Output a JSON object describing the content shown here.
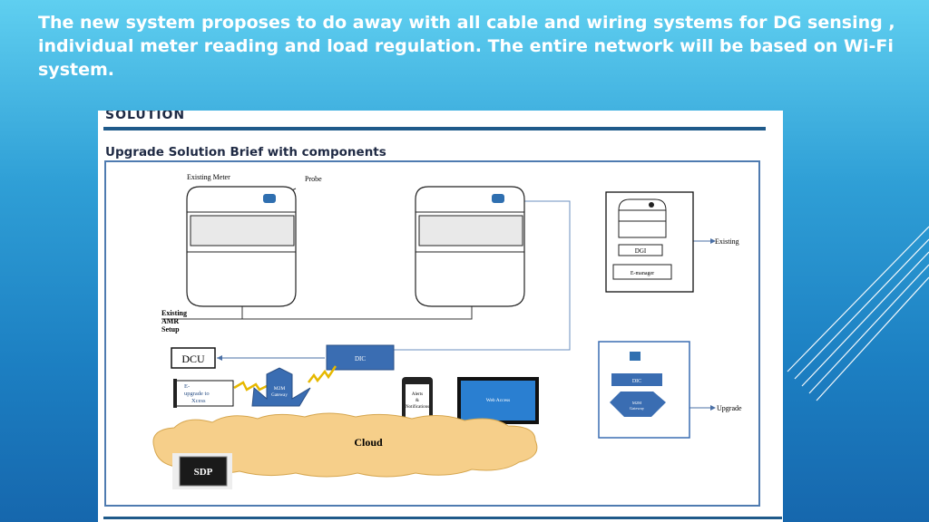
{
  "intro_text": "The new system proposes to  do away with all  cable and wiring systems  for DG sensing , individual meter reading and load regulation. The entire network will be based on Wi-Fi system.",
  "panel": {
    "heading": "SOLUTION",
    "brief_title": "Upgrade Solution Brief with components"
  },
  "diagram": {
    "existing_meter_label": "Existing Meter",
    "probe_label": "Probe",
    "existing_amr_lines": [
      "Existing",
      "AMR",
      "Setup"
    ],
    "dcu_label": "DCU",
    "dic_label": "DIC",
    "e_upgrade_lines": [
      "E-",
      "upgrade to",
      "Xcess"
    ],
    "m2m_lines": [
      "M2M",
      "Gateway"
    ],
    "phone_lines": [
      "Alerts",
      "&",
      "Notifications"
    ],
    "web_access_label": "Web Access",
    "cloud_label": "Cloud",
    "sdp_label": "SDP",
    "dgi_label": "DGI",
    "e_manager_label": "E-manager",
    "existing_label": "Existing",
    "small_dic_label": "DIC",
    "small_gateway_lines": [
      "M2M",
      "Gateway"
    ],
    "upgrade_label": "Upgrade"
  }
}
